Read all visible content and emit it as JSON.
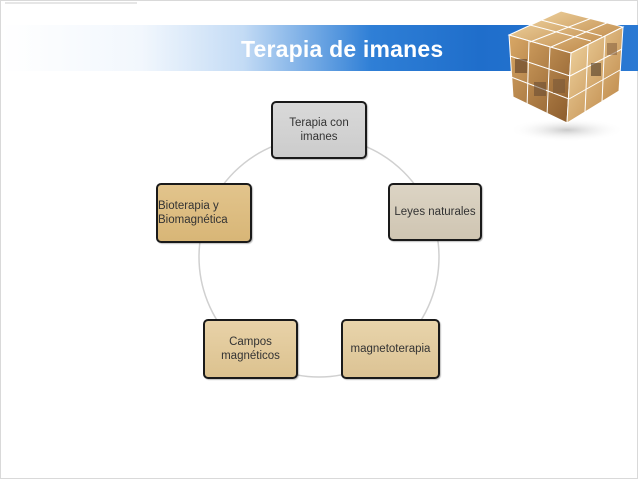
{
  "slide": {
    "title": "Terapia de imanes"
  },
  "diagram": {
    "type": "cycle",
    "nodes": [
      {
        "id": "terapia-con-imanes",
        "label": "Terapia con imanes",
        "fill": "#d4d4d4"
      },
      {
        "id": "leyes-naturales",
        "label": "Leyes naturales",
        "fill": "#d5ccba"
      },
      {
        "id": "magnetoterapia",
        "label": "magnetoterapia",
        "fill": "#e2cba0"
      },
      {
        "id": "campos-magneticos",
        "label": "Campos magnéticos",
        "fill": "#e2ca9c"
      },
      {
        "id": "bioterapia-biomagnetica",
        "label": "Bioterapia y Biomagnética",
        "fill": "#ddbd82"
      }
    ],
    "connector_color": "#d0d0d0",
    "node_border_color": "#1a1a1a"
  },
  "colors": {
    "title_band": "#1f6ecb",
    "title_text": "#ffffff"
  },
  "decoration": {
    "icon": "photo-cube-icon"
  }
}
